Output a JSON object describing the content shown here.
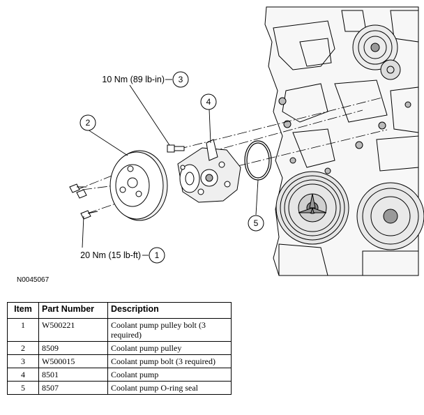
{
  "figure_id": "N0045067",
  "callouts": [
    {
      "number": "1",
      "label": "20 Nm (15 lb-ft)"
    },
    {
      "number": "2",
      "label": ""
    },
    {
      "number": "3",
      "label": "10 Nm (89 lb-in)"
    },
    {
      "number": "4",
      "label": ""
    },
    {
      "number": "5",
      "label": ""
    }
  ],
  "table": {
    "headers": [
      "Item",
      "Part Number",
      "Description"
    ],
    "rows": [
      {
        "item": "1",
        "part_number": "W500221",
        "description": "Coolant pump pulley bolt (3 required)"
      },
      {
        "item": "2",
        "part_number": "8509",
        "description": "Coolant pump pulley"
      },
      {
        "item": "3",
        "part_number": "W500015",
        "description": "Coolant pump bolt (3 required)"
      },
      {
        "item": "4",
        "part_number": "8501",
        "description": "Coolant pump"
      },
      {
        "item": "5",
        "part_number": "8507",
        "description": "Coolant pump O-ring seal"
      }
    ]
  }
}
